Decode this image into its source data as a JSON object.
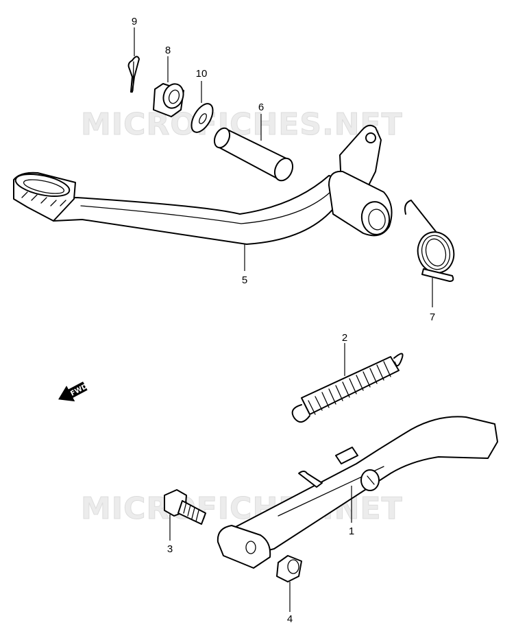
{
  "watermark": "MICROFICHES.NET",
  "forward_badge": "FWD",
  "part_labels": [
    {
      "id": "part-1",
      "text": "1"
    },
    {
      "id": "part-2",
      "text": "2"
    },
    {
      "id": "part-3",
      "text": "3"
    },
    {
      "id": "part-4",
      "text": "4"
    },
    {
      "id": "part-5",
      "text": "5"
    },
    {
      "id": "part-6",
      "text": "6"
    },
    {
      "id": "part-7",
      "text": "7"
    },
    {
      "id": "part-8",
      "text": "8"
    },
    {
      "id": "part-9",
      "text": "9"
    },
    {
      "id": "part-10",
      "text": "10"
    }
  ],
  "colors": {
    "line": "#000000",
    "background": "#ffffff",
    "watermark": "#e6e6e6"
  }
}
